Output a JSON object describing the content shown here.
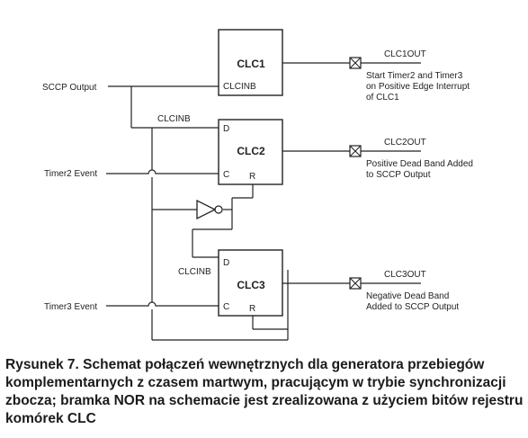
{
  "blocks": {
    "clc1": {
      "name": "CLC1",
      "pin_in": "CLCINB"
    },
    "clc2": {
      "name": "CLC2",
      "pin_d": "D",
      "pin_c": "C",
      "pin_r": "R"
    },
    "clc3": {
      "name": "CLC3",
      "pin_d": "D",
      "pin_c": "C",
      "pin_r": "R"
    }
  },
  "inputs": {
    "sccp": "SCCP Output",
    "timer2": "Timer2 Event",
    "timer3": "Timer3 Event"
  },
  "wire_labels": {
    "clcinb_1": "CLCINB",
    "clcinb_2": "CLCINB"
  },
  "outputs": {
    "clc1out": {
      "name": "CLC1OUT",
      "desc": [
        "Start Timer2 and Timer3",
        "on Positive Edge Interrupt",
        "of CLC1"
      ]
    },
    "clc2out": {
      "name": "CLC2OUT",
      "desc": [
        "Positive Dead Band Added",
        "to SCCP Output"
      ]
    },
    "clc3out": {
      "name": "CLC3OUT",
      "desc": [
        "Negative Dead Band",
        "Added to SCCP Output"
      ]
    }
  },
  "caption": "Rysunek 7. Schemat połączeń wewnętrznych dla generatora przebiegów komplementarnych z czasem martwym, pracującym w trybie synchronizacji zbocza; bramka NOR na schemacie jest zrealizowana z użyciem bitów rejestru komórek CLC"
}
